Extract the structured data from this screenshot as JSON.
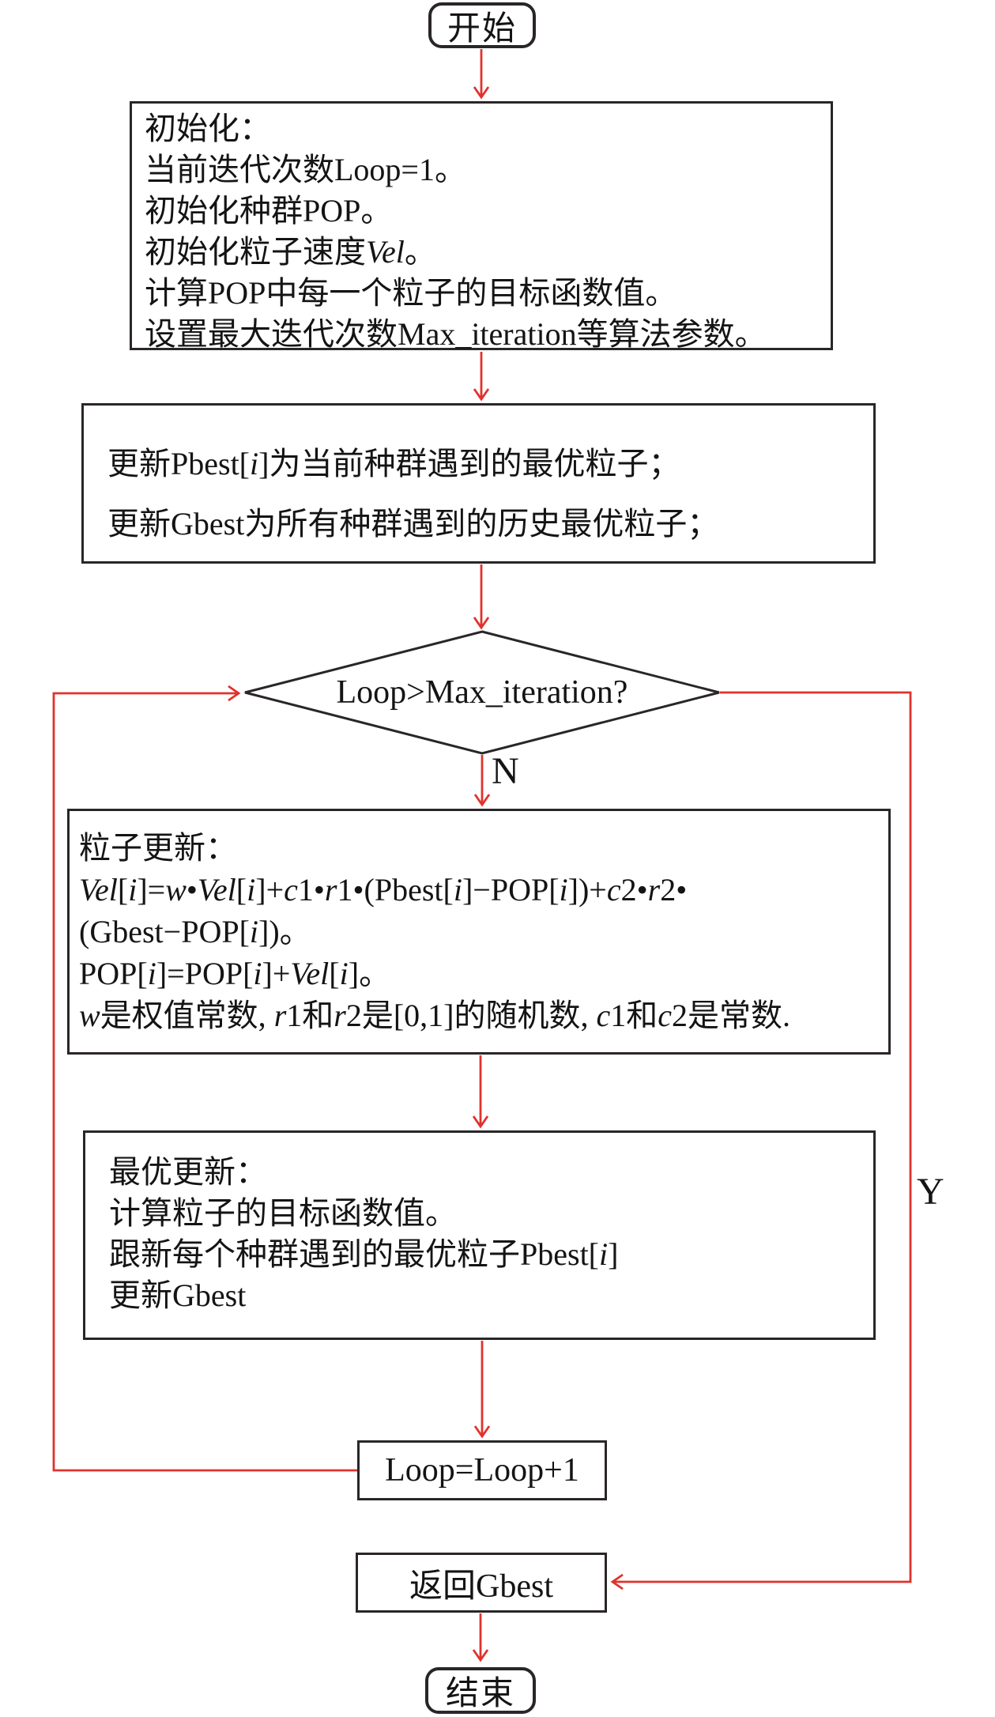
{
  "colors": {
    "arrow_red": "#e0322c",
    "stroke_black": "#2a2627"
  },
  "flowchart": {
    "start": {
      "label": "开始"
    },
    "init": {
      "lines": [
        "初始化：",
        "当前迭代次数Loop=1。",
        "初始化种群POP。",
        "初始化粒子速度*Vel*。",
        "计算POP中每一个粒子的目标函数值。",
        "设置最大迭代次数Max_iteration等算法参数。"
      ]
    },
    "update_best": {
      "lines": [
        "更新Pbest[*i*]为当前种群遇到的最优粒子；",
        "更新Gbest为所有种群遇到的历史最优粒子；"
      ]
    },
    "decision": {
      "label": "Loop>Max_iteration?",
      "no_label": "N",
      "yes_label": "Y"
    },
    "particle_update": {
      "lines": [
        "粒子更新：",
        "*Vel*[*i*]=*w*•*Vel*[*i*]+*c*1•*r*1•(Pbest[*i*]−POP[*i*])+*c*2•*r*2•",
        "(Gbest−POP[*i*])。",
        "POP[*i*]=POP[*i*]+*Vel*[*i*]。",
        "*w*是权值常数, *r*1和*r*2是[0,1]的随机数, *c*1和*c*2是常数."
      ]
    },
    "best_update": {
      "lines": [
        "最优更新：",
        "计算粒子的目标函数值。",
        "跟新每个种群遇到的最优粒子Pbest[*i*]",
        "更新Gbest"
      ]
    },
    "increment": {
      "label": "Loop=Loop+1"
    },
    "return": {
      "label": "返回Gbest"
    },
    "end": {
      "label": "结束"
    }
  }
}
